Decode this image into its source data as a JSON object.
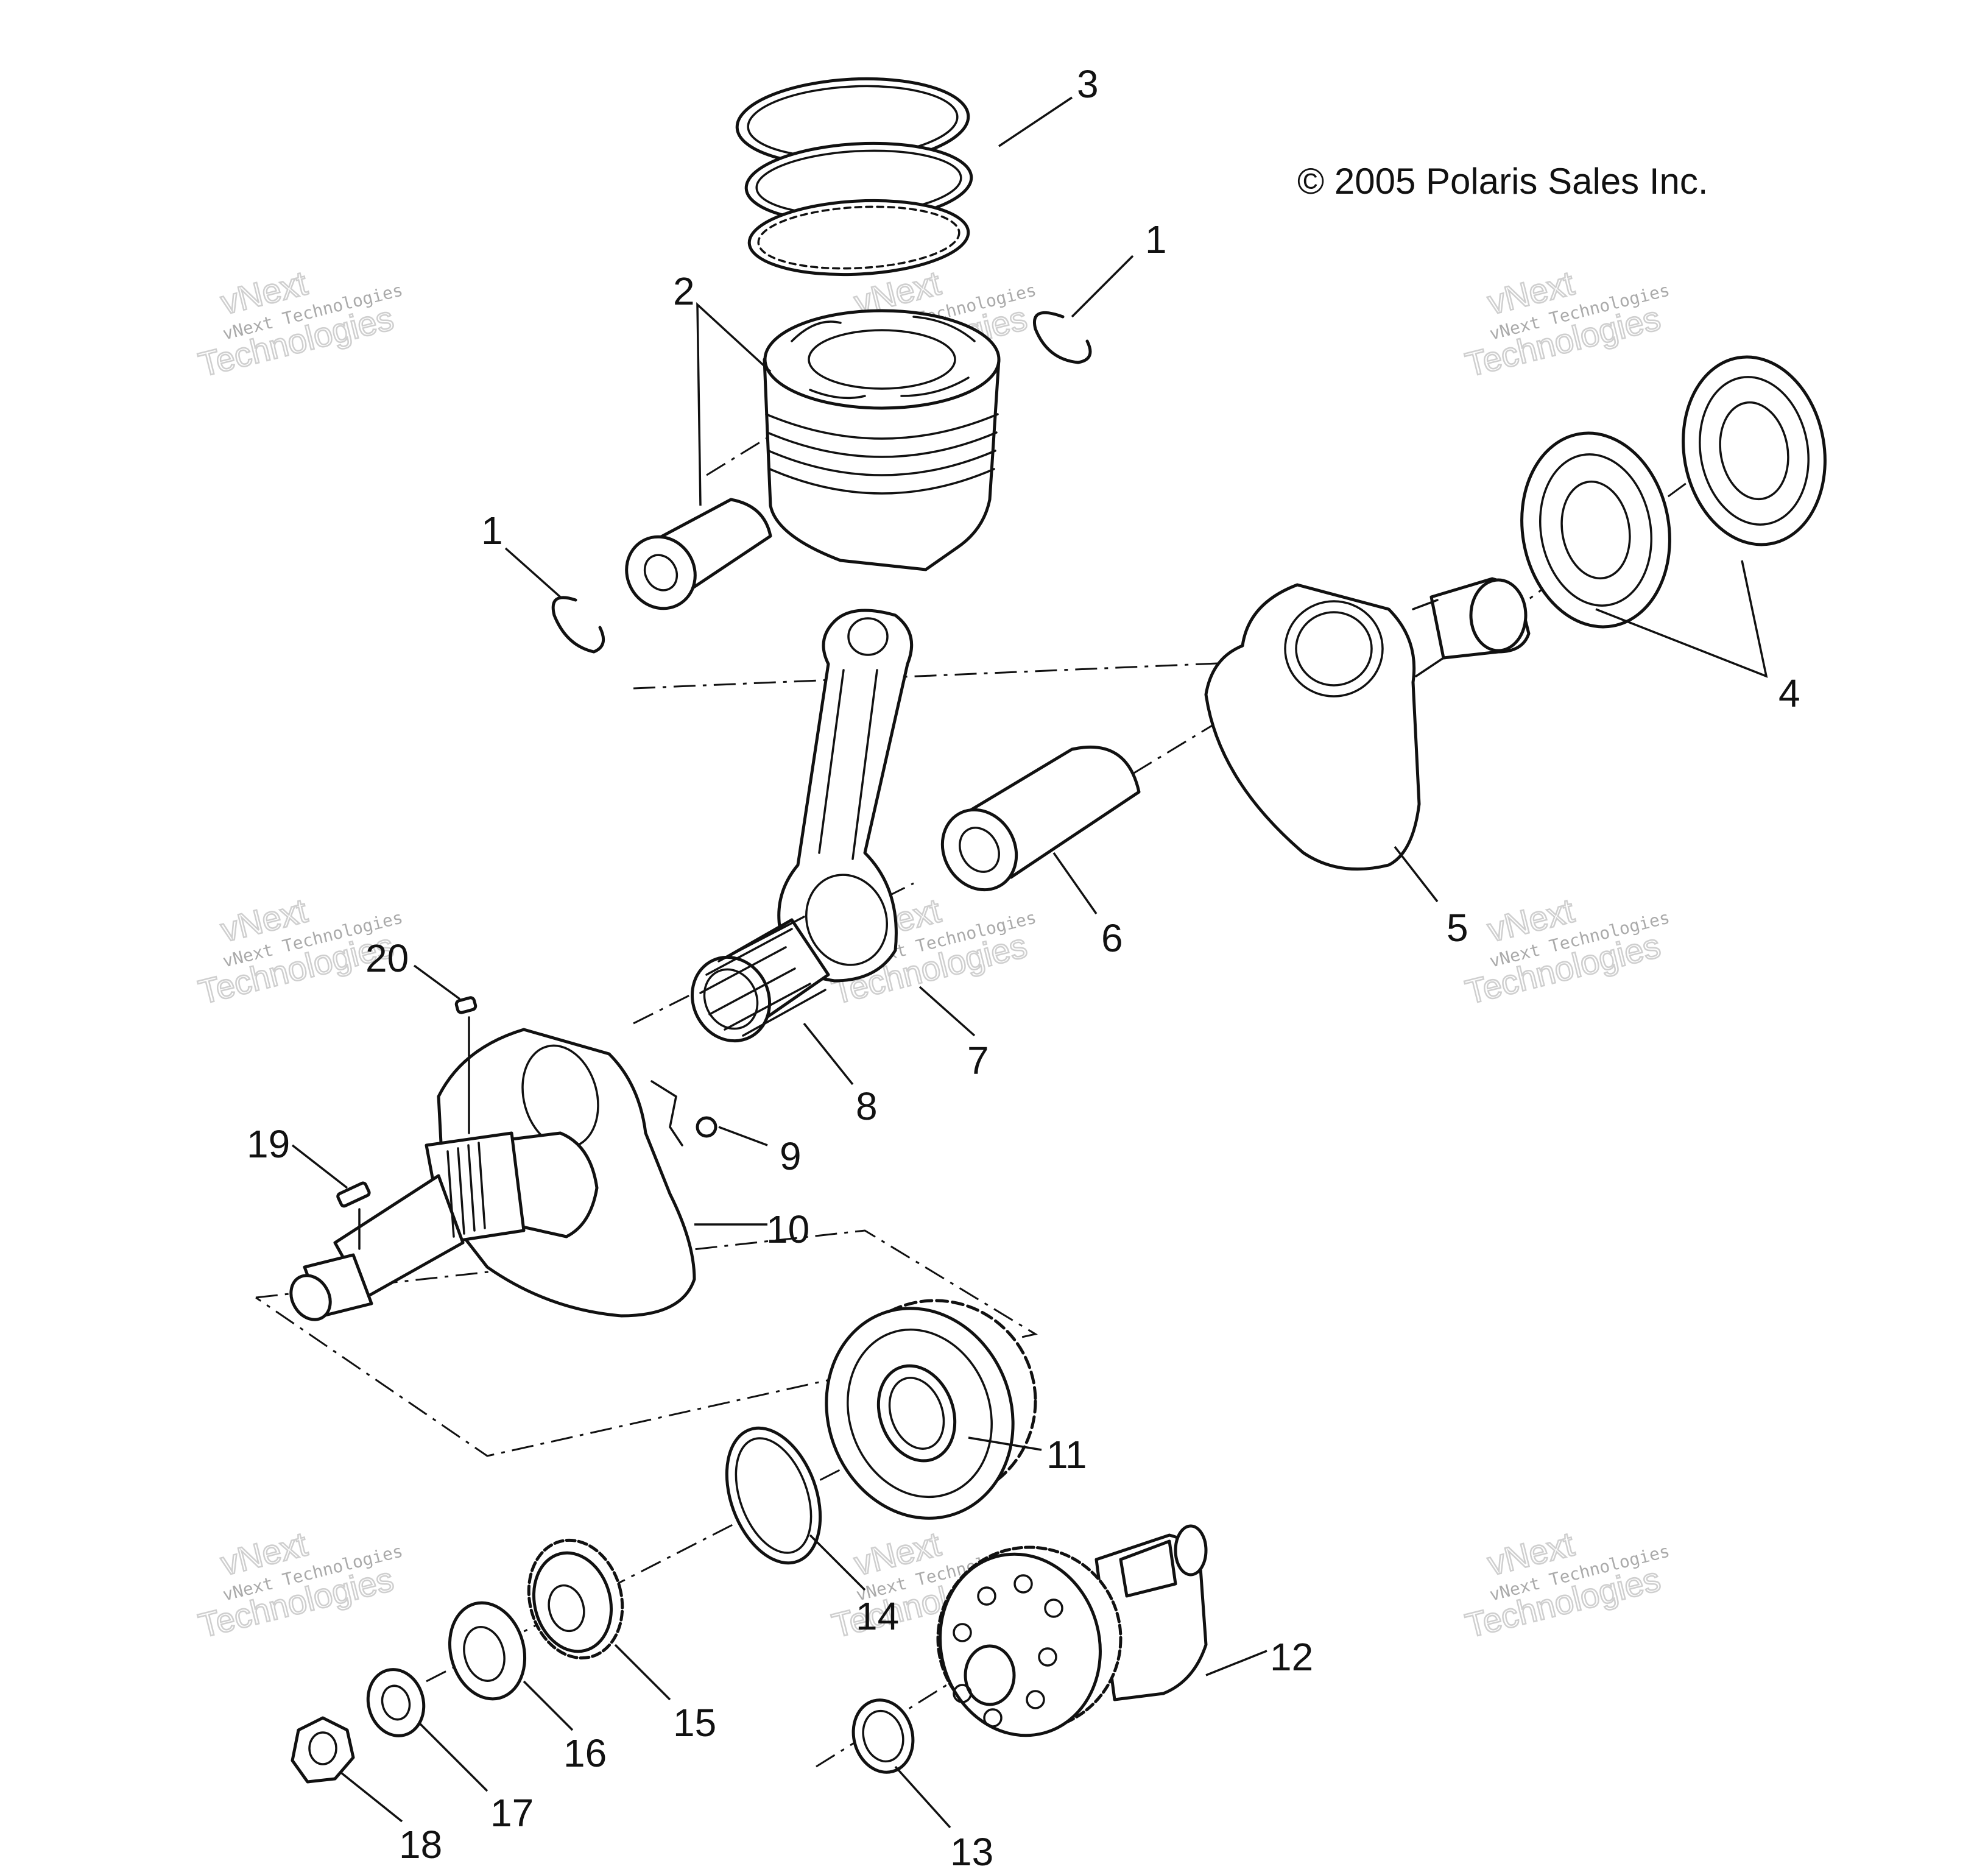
{
  "copyright": "© 2005 Polaris Sales Inc.",
  "watermark": {
    "small": "vNext Technologies",
    "big_top": "vNext",
    "big_bottom": "Technologies"
  },
  "callouts": [
    "1",
    "1",
    "2",
    "3",
    "4",
    "5",
    "6",
    "7",
    "8",
    "9",
    "10",
    "11",
    "12",
    "13",
    "14",
    "15",
    "16",
    "17",
    "18",
    "19",
    "20"
  ],
  "colors": {
    "line": "#111111",
    "background": "#ffffff",
    "watermark": "#aaaaaa"
  }
}
